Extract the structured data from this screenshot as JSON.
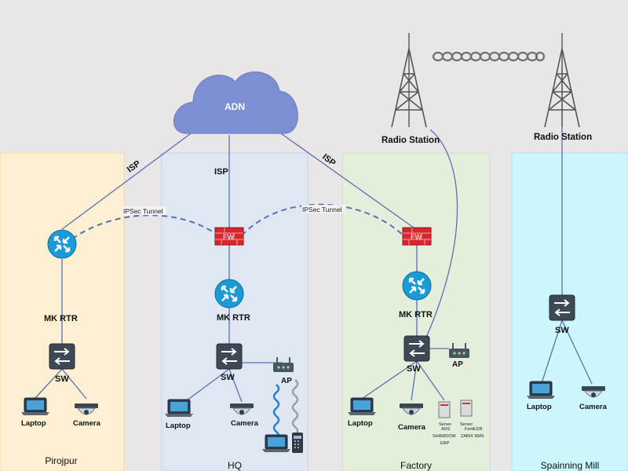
{
  "cloud": {
    "label": "ADN"
  },
  "links": {
    "isp": "ISP",
    "ipsec": "IPSec Tunnel"
  },
  "devices": {
    "router": "MK RTR",
    "switch": "SW",
    "firewall": "FW",
    "ap": "AP",
    "laptop": "Laptop",
    "camera": "Camera"
  },
  "radio": {
    "label": "Radio Station"
  },
  "sites": {
    "pirojpur": "Pirojpur",
    "hq": "HQ",
    "factory": "Factory",
    "spinning": "Spainning Mill"
  },
  "servers": {
    "left_kind": "Server",
    "left_name1": "ADS",
    "left_name2": "SHAWDOW",
    "left_name3": "ERP",
    "right_kind": "Server",
    "right_name1": "FortiEDR",
    "right_name2": "ZABIX NMS"
  },
  "colors": {
    "pirojpur_bg": "#fdf0d2",
    "hq_bg": "#dfe7f2",
    "factory_bg": "#e3eedb",
    "spinning_bg": "#ccf6fb",
    "cloud": "#7b8fd2",
    "router": "#1a9bd7",
    "firewall": "#d9262e",
    "switch": "#3d4a55",
    "link": "#5b6fb4"
  }
}
